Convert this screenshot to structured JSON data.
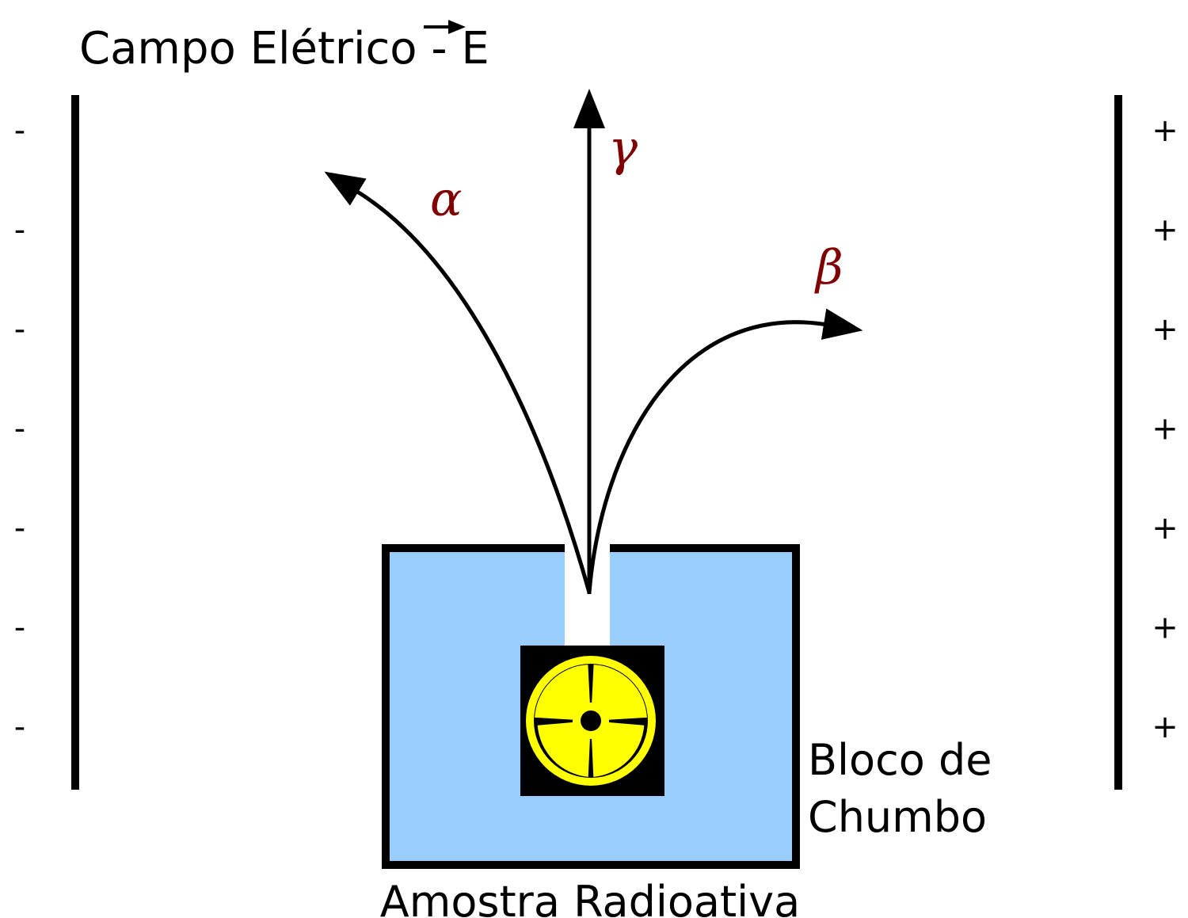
{
  "title": {
    "text": "Campo Elétrico - E"
  },
  "plates": {
    "negative_sign": "-",
    "positive_sign": "+",
    "sign_count": 7
  },
  "rays": {
    "alpha": "α",
    "gamma": "γ",
    "beta": "β"
  },
  "labels": {
    "lead_block_line1": "Bloco de",
    "lead_block_line2": "Chumbo",
    "sample": "Amostra Radioativa"
  },
  "icons": {
    "source": "radiation-hazard-icon"
  },
  "colors": {
    "block_fill": "#99ccff",
    "ray_label": "#800000",
    "hazard_yellow": "#ffff00",
    "hazard_black": "#000000"
  }
}
